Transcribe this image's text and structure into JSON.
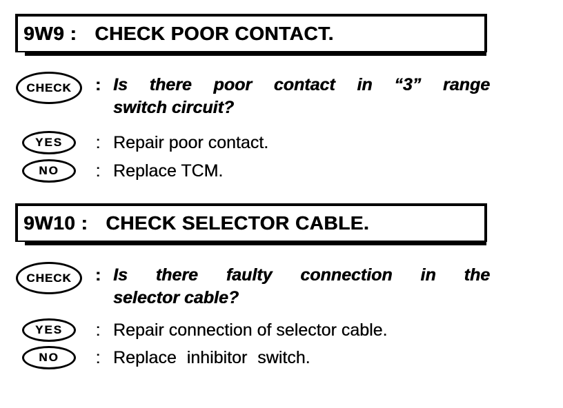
{
  "document": {
    "kind": "service-manual troubleshooting page",
    "background_color": "#ffffff",
    "ink_color": "#000000",
    "sections": [
      {
        "header": {
          "code": "9W9 :",
          "title": "CHECK POOR CONTACT."
        },
        "rows": [
          {
            "badge": "CHECK",
            "colon": ":",
            "lines": [
              "Is there poor contact in “3” range",
              "switch circuit?"
            ]
          },
          {
            "badge": "YES",
            "colon": ":",
            "text": "Repair poor contact."
          },
          {
            "badge": "NO",
            "colon": ":",
            "text": "Replace TCM."
          }
        ]
      },
      {
        "header": {
          "code": "9W10 :",
          "title": "CHECK SELECTOR CABLE."
        },
        "rows": [
          {
            "badge": "CHECK",
            "colon": ":",
            "lines": [
              "Is there faulty connection in the",
              "selector cable?"
            ]
          },
          {
            "badge": "YES",
            "colon": ":",
            "text": "Repair connection of selector cable."
          },
          {
            "badge": "NO",
            "colon": ":",
            "text": "Replace inhibitor switch."
          }
        ]
      }
    ]
  }
}
